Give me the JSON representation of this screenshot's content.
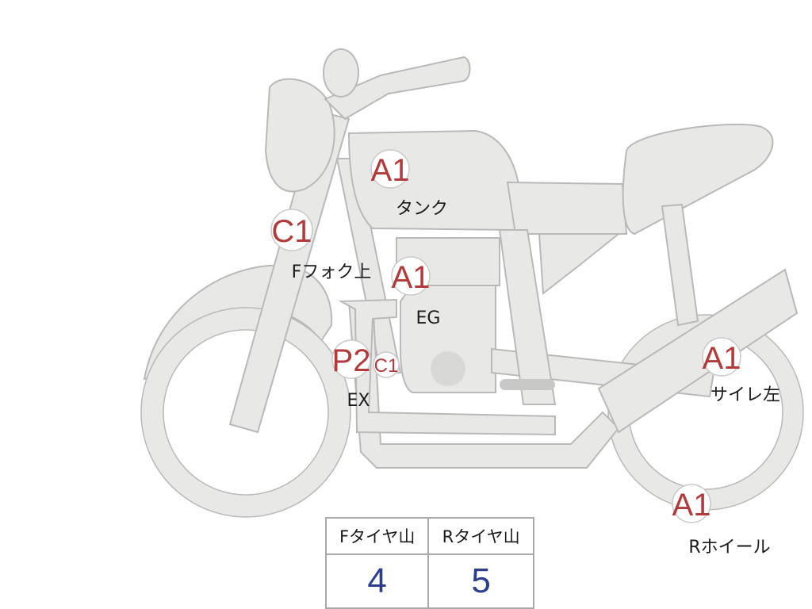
{
  "markers": [
    {
      "id": "tank",
      "grade": "A1",
      "label": "タンク"
    },
    {
      "id": "ffork",
      "grade": "C1",
      "label": "Fフォク上"
    },
    {
      "id": "engine",
      "grade": "A1",
      "label": "EG"
    },
    {
      "id": "exhaust",
      "grade": "P2",
      "label": "EX"
    },
    {
      "id": "exhaust2",
      "grade": "C1",
      "label": ""
    },
    {
      "id": "muffler",
      "grade": "A1",
      "label": "サイレ左"
    },
    {
      "id": "rwheel",
      "grade": "A1",
      "label": "Rホイール"
    }
  ],
  "tyre_table": {
    "headers": [
      "Fタイヤ山",
      "Rタイヤ山"
    ],
    "values": [
      "4",
      "5"
    ]
  }
}
